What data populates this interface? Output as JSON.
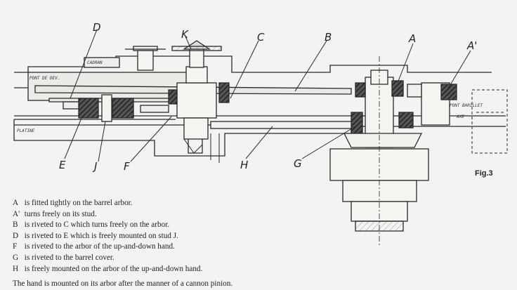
{
  "labels": {
    "A": "A",
    "A_prime": "A'",
    "B": "B",
    "C": "C",
    "D": "D",
    "K": "K",
    "E": "E",
    "J": "J",
    "F": "F",
    "H": "H",
    "G": "G"
  },
  "small_labels": {
    "pont_de_dev": "PONT DE DEV.",
    "cadran": "CADRAN",
    "platine": "PLATINE",
    "pont_barillet": "PONT BARILLET",
    "axe": "AXE"
  },
  "figure_label": "Fig.3",
  "legend": [
    {
      "letter": "A",
      "text": "is fitted tightly on the barrel arbor."
    },
    {
      "letter": "A'",
      "text": "turns freely on its stud."
    },
    {
      "letter": "B",
      "text": "is riveted to C which turns freely on the arbor."
    },
    {
      "letter": "D",
      "text": "is riveted to E which is freely mounted on stud J."
    },
    {
      "letter": "F",
      "text": "is riveted to the arbor of the up-and-down hand."
    },
    {
      "letter": "G",
      "text": "is riveted to the barrel cover."
    },
    {
      "letter": "H",
      "text": "is freely mounted on the arbor of the up-and-down hand."
    }
  ],
  "note": "The hand is mounted on its arbor after the manner of a cannon pinion."
}
